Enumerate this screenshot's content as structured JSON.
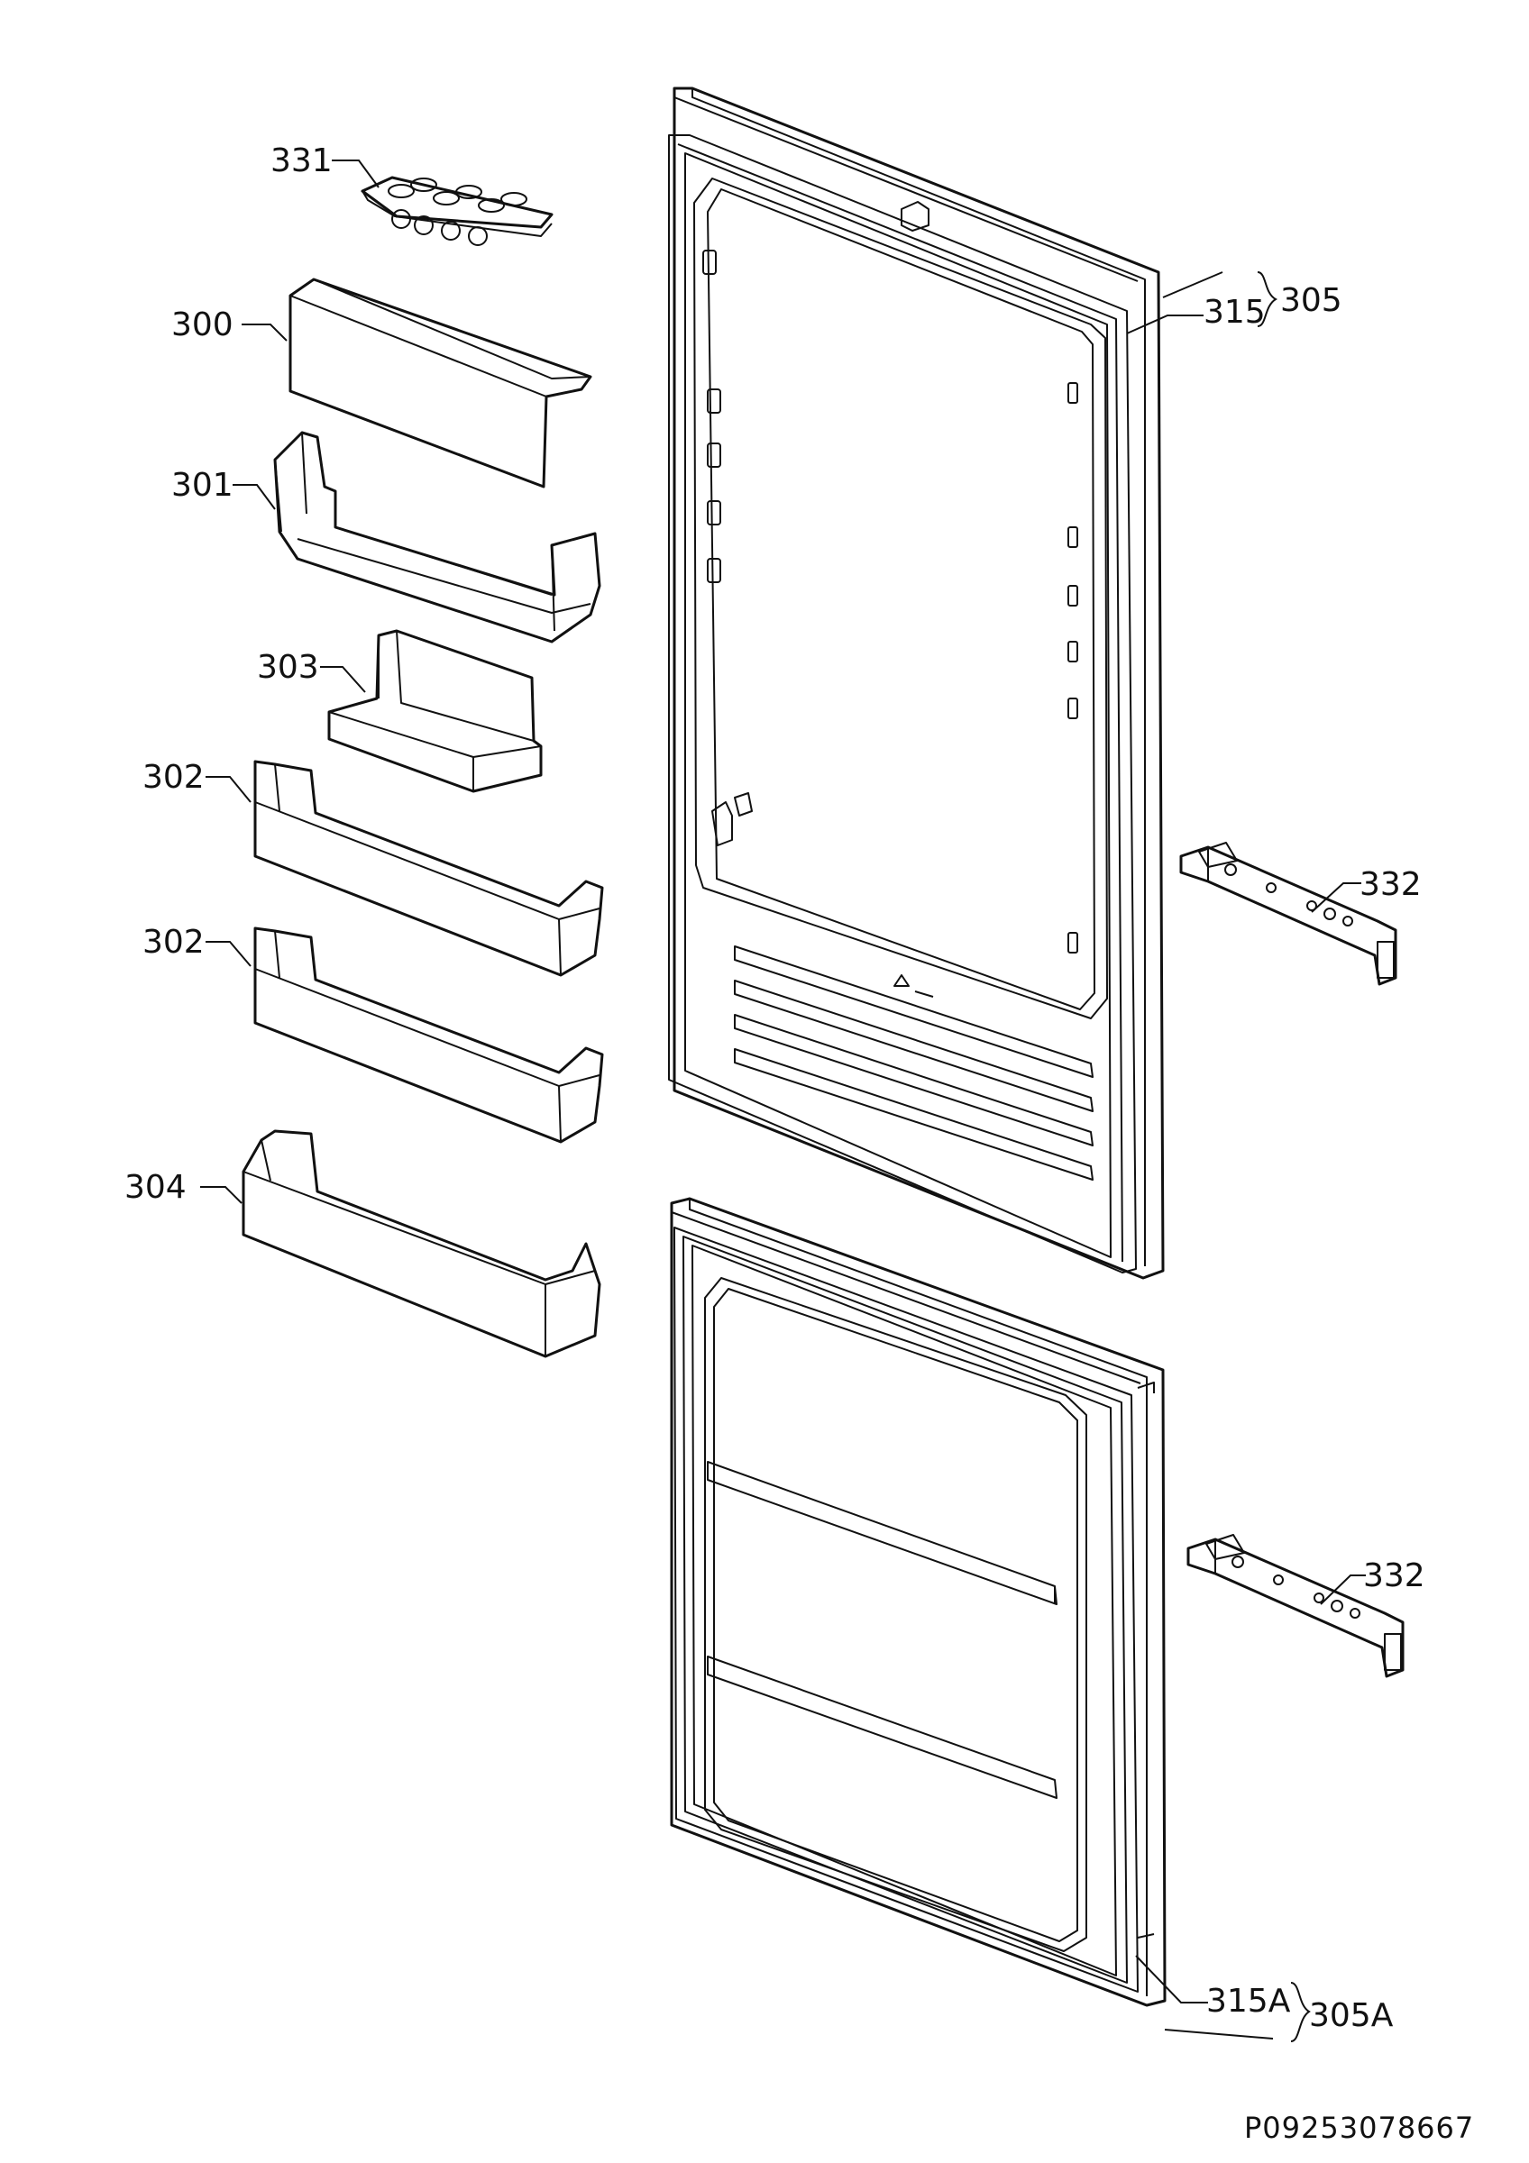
{
  "labels": {
    "p331": "331",
    "p300": "300",
    "p301": "301",
    "p303": "303",
    "p302a": "302",
    "p302b": "302",
    "p304": "304",
    "p305": "305",
    "p315": "315",
    "p332a": "332",
    "p332b": "332",
    "p315A": "315A",
    "p305A": "305A"
  },
  "drawing_code": "P09253078667"
}
